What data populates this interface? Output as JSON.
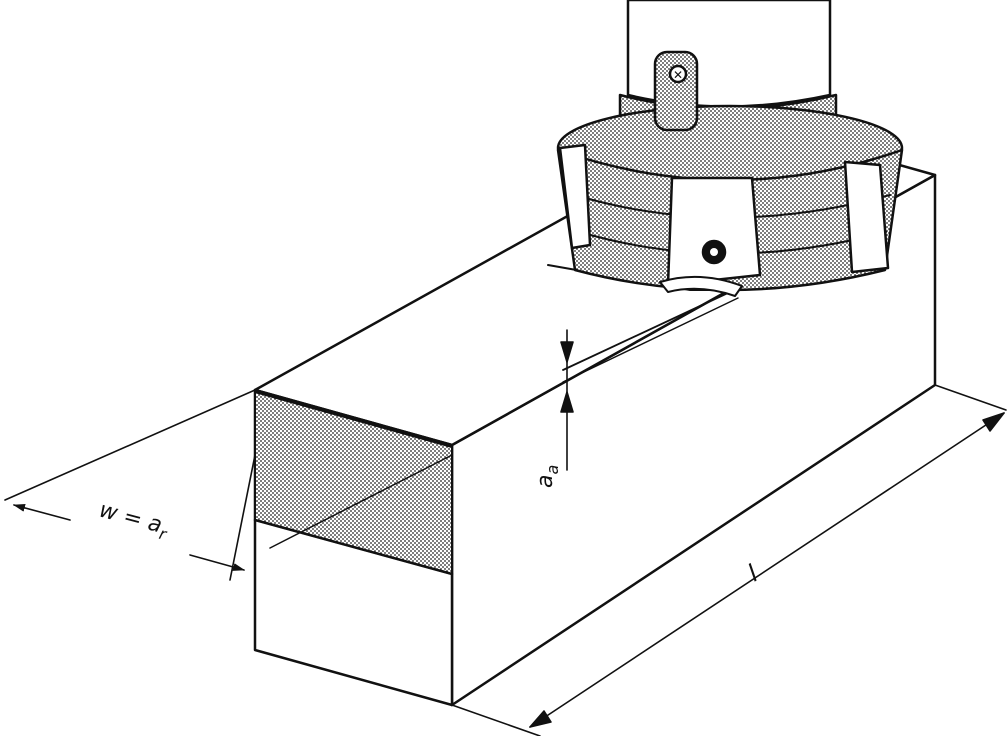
{
  "labels": {
    "width_dim": "w = a",
    "width_sub": "r",
    "depth_dim": "a",
    "depth_sub": "a",
    "length_dim": "l"
  },
  "colors": {
    "ink": "#111111",
    "paper": "#ffffff",
    "stipple": "#111111"
  }
}
